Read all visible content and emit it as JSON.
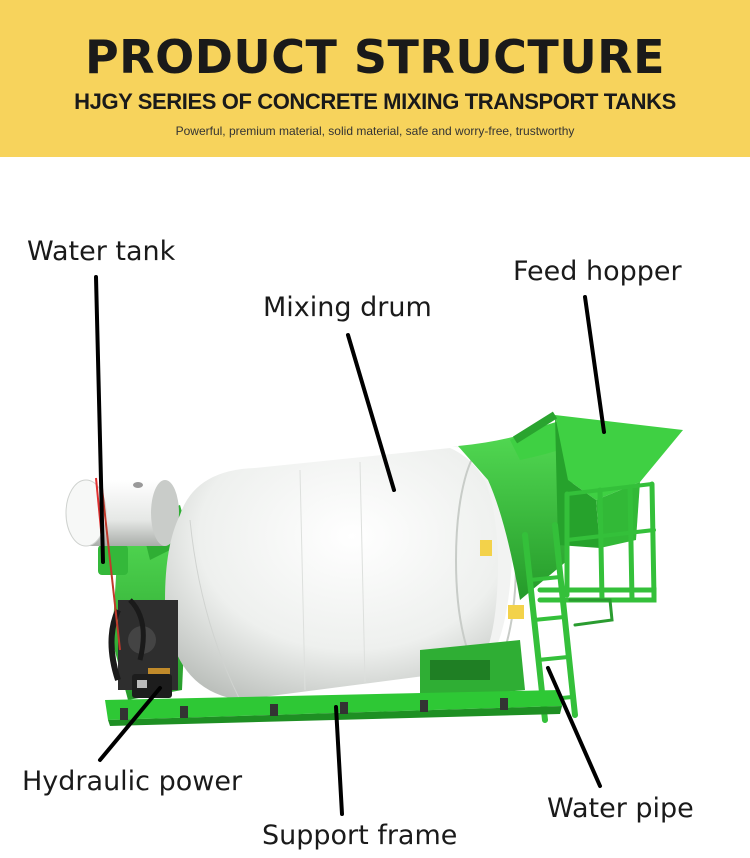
{
  "header": {
    "title": "PRODUCT STRUCTURE",
    "subtitle": "HJGY SERIES  OF CONCRETE MIXING TRANSPORT TANKS",
    "tagline": "Powerful, premium material, solid material, safe and worry-free, trustworthy"
  },
  "labels": {
    "water_tank": "Water tank",
    "mixing_drum": "Mixing drum",
    "feed_hopper": "Feed hopper",
    "hydraulic_power": "Hydraulic power",
    "water_pipe": "Water pipe",
    "support_frame": "Support frame"
  },
  "colors": {
    "banner": "#f7d35c",
    "machine_green": "#3cc83c",
    "drum_white": "#eef0ee"
  }
}
